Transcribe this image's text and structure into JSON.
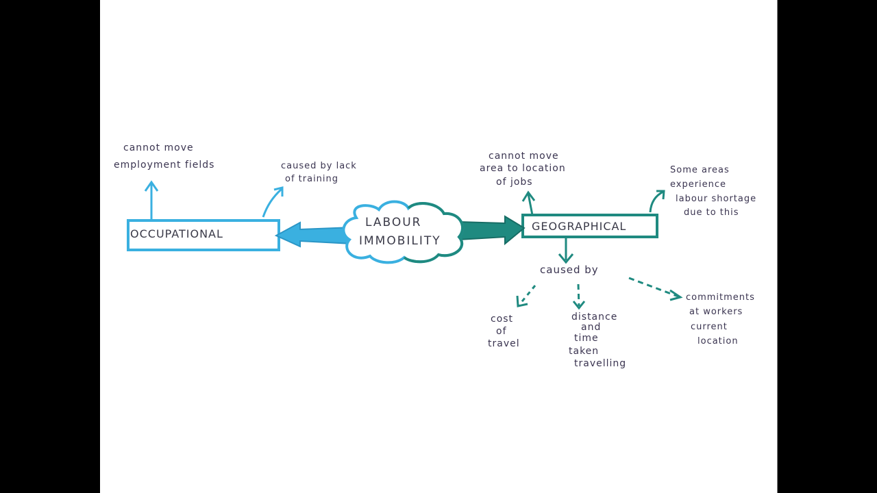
{
  "colors": {
    "background": "#000000",
    "paper": "#ffffff",
    "blue": "#3ab0e0",
    "teal": "#1f8a80",
    "ink": "#3a3450"
  },
  "center": {
    "line1": "LABOUR",
    "line2": "IMMOBILITY"
  },
  "occupational": {
    "label": "OCCUPATIONAL",
    "note_left": [
      "cannot move",
      "employment fields"
    ],
    "note_right": [
      "caused by lack",
      "of training"
    ]
  },
  "geographical": {
    "label": "GEOGRAPHICAL",
    "note_left": [
      "cannot move",
      "area to location",
      "of jobs"
    ],
    "note_right": [
      "Some areas",
      "experience",
      "labour shortage",
      "due to this"
    ],
    "caused_by": "caused by",
    "causes": [
      {
        "lines": [
          "cost",
          "of",
          "travel"
        ]
      },
      {
        "lines": [
          "distance",
          "and",
          "time",
          "taken",
          "travelling"
        ]
      },
      {
        "lines": [
          "commitments",
          "at workers",
          "current",
          "location"
        ]
      }
    ]
  }
}
